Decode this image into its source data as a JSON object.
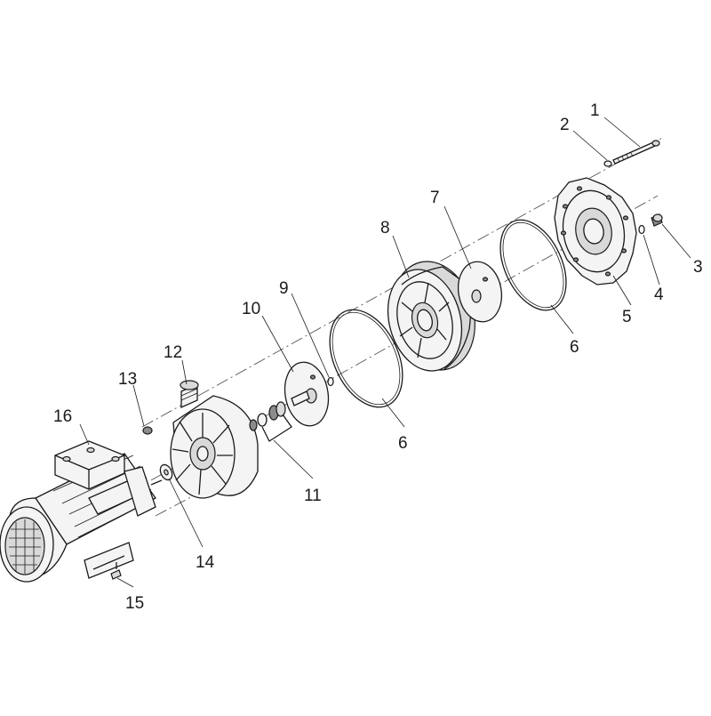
{
  "diagram": {
    "callouts": [
      {
        "id": "1",
        "label": "1"
      },
      {
        "id": "2",
        "label": "2"
      },
      {
        "id": "3",
        "label": "3"
      },
      {
        "id": "4",
        "label": "4"
      },
      {
        "id": "5",
        "label": "5"
      },
      {
        "id": "6a",
        "label": "6"
      },
      {
        "id": "6b",
        "label": "6"
      },
      {
        "id": "7",
        "label": "7"
      },
      {
        "id": "8",
        "label": "8"
      },
      {
        "id": "9",
        "label": "9"
      },
      {
        "id": "10",
        "label": "10"
      },
      {
        "id": "11",
        "label": "11"
      },
      {
        "id": "12",
        "label": "12"
      },
      {
        "id": "13",
        "label": "13"
      },
      {
        "id": "14",
        "label": "14"
      },
      {
        "id": "15",
        "label": "15"
      },
      {
        "id": "16",
        "label": "16"
      }
    ]
  }
}
